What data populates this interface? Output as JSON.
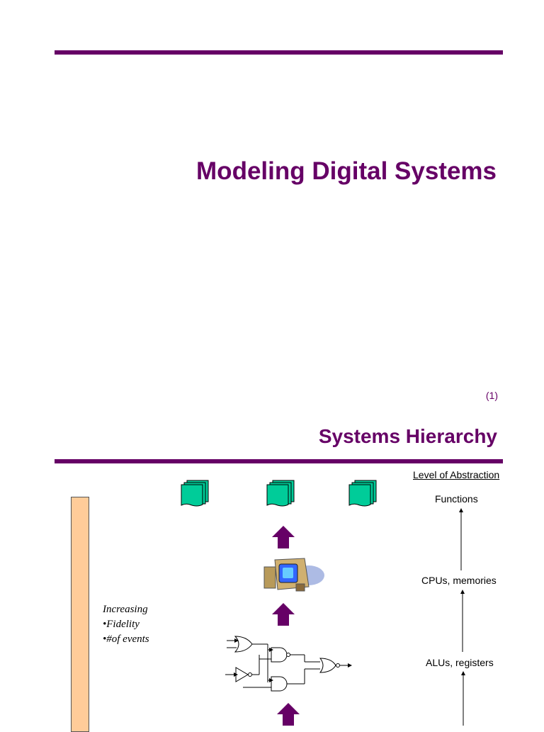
{
  "slide1": {
    "title": "Modeling Digital Systems",
    "slide_number": "(1)"
  },
  "slide2": {
    "title": "Systems Hierarchy",
    "abstraction_header": "Level of Abstraction ",
    "levels": [
      "Functions",
      "CPUs, memories",
      "ALUs, registers"
    ],
    "increasing": {
      "heading": "Increasing",
      "items": [
        "•Fidelity",
        "•#of events"
      ]
    }
  },
  "colors": {
    "accent": "#660066",
    "page_icon": "#00cc99",
    "arrow": "#660066",
    "fidelity_bar": "#ffcc99"
  },
  "icons": [
    "document-stack-icon",
    "computer-icon",
    "logic-gates-icon",
    "up-arrow-icon"
  ]
}
